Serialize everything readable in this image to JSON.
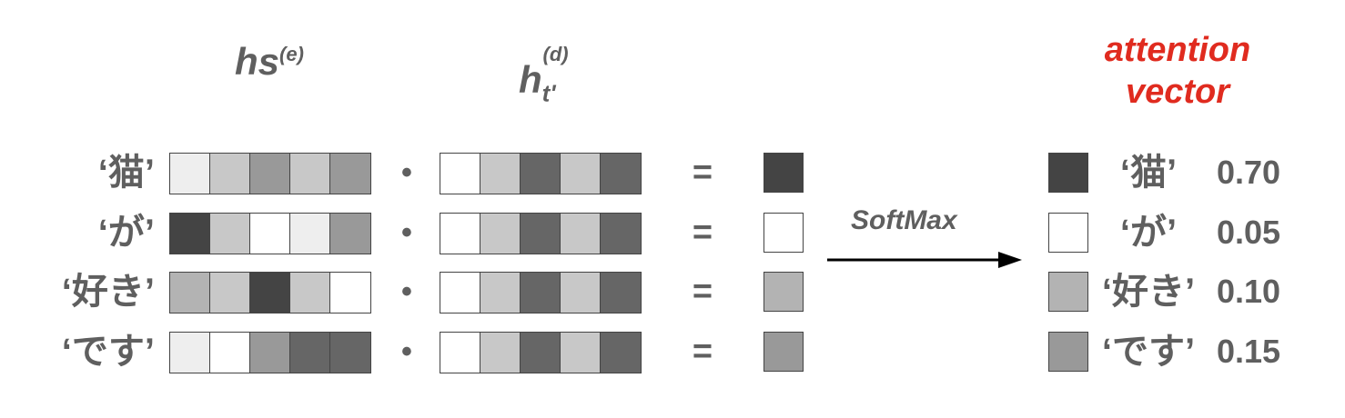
{
  "headers": {
    "hs_base": "hs",
    "hs_sup": "(e)",
    "ht_base": "h",
    "ht_sub": "t'",
    "ht_sup": "(d)",
    "attention_line1": "attention",
    "attention_line2": "vector"
  },
  "operator_dot": "•",
  "operator_eq": "=",
  "softmax_label": "SoftMax",
  "decoder_vector": [
    "#ffffff",
    "#c8c8c8",
    "#666666",
    "#c8c8c8",
    "#666666"
  ],
  "rows": [
    {
      "word": "‘猫’",
      "encoder": [
        "#eeeeee",
        "#c8c8c8",
        "#999999",
        "#c8c8c8",
        "#999999"
      ],
      "score_color": "#444444",
      "prob": "0.70"
    },
    {
      "word": "‘が’",
      "encoder": [
        "#444444",
        "#c8c8c8",
        "#ffffff",
        "#eeeeee",
        "#999999"
      ],
      "score_color": "#ffffff",
      "prob": "0.05"
    },
    {
      "word": "‘好き’",
      "encoder": [
        "#b3b3b3",
        "#c8c8c8",
        "#444444",
        "#c8c8c8",
        "#ffffff"
      ],
      "score_color": "#b3b3b3",
      "prob": "0.10"
    },
    {
      "word": "‘です’",
      "encoder": [
        "#eeeeee",
        "#ffffff",
        "#999999",
        "#666666",
        "#666666"
      ],
      "score_color": "#999999",
      "prob": "0.15"
    }
  ],
  "colors": {
    "attention_title": "#e02b1f",
    "text": "#5f5f5f"
  }
}
